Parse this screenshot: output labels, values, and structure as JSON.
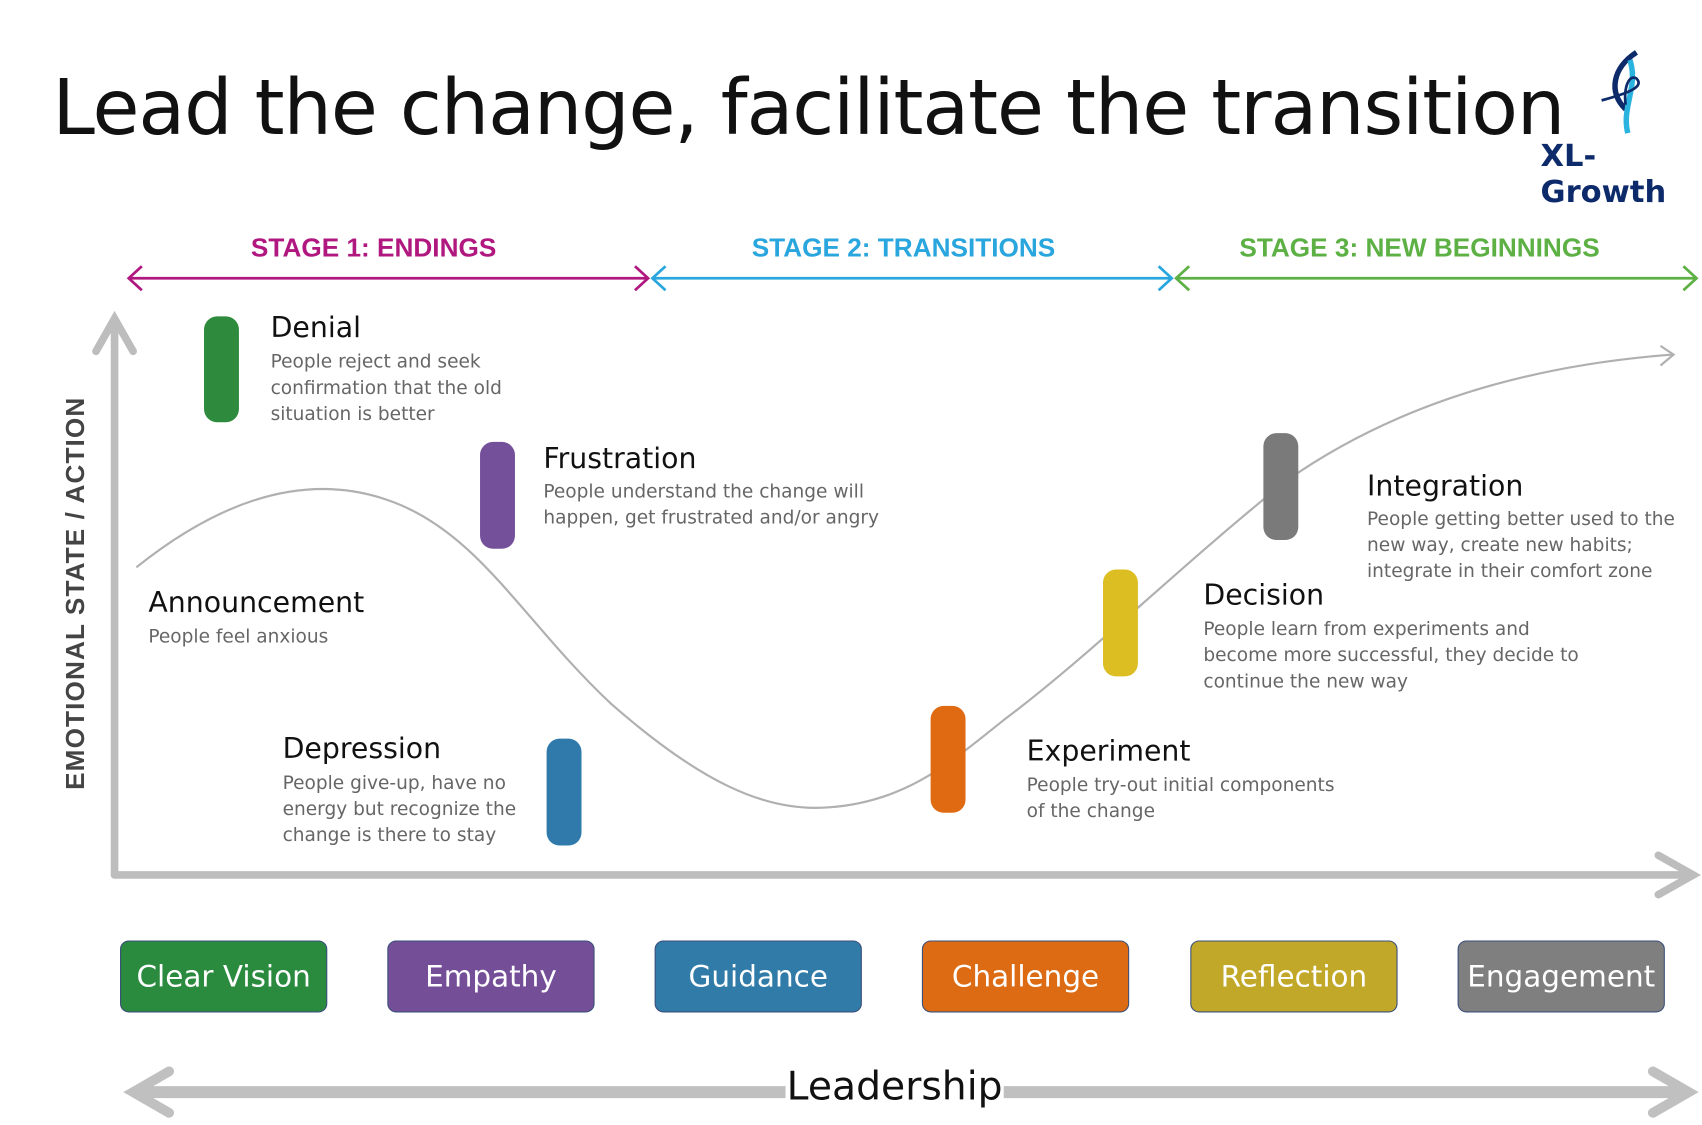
{
  "title": "Lead the change, facilitate the transition",
  "logo": {
    "text": "XL-Growth",
    "colors": [
      "#0d2a6b",
      "#2bb3e0"
    ]
  },
  "stages": [
    {
      "label": "STAGE 1: ENDINGS",
      "color": "#b0177f"
    },
    {
      "label": "STAGE 2: TRANSITIONS",
      "color": "#2aa6de"
    },
    {
      "label": "STAGE 3: NEW BEGINNINGS",
      "color": "#5cb044"
    }
  ],
  "y_axis_label": "EMOTIONAL STATE / ACTION",
  "phases": [
    {
      "title": "Announcement",
      "desc": "People feel anxious"
    },
    {
      "title": "Denial",
      "desc": "People reject and seek\nconfirmation that the old\nsituation is better",
      "color": "#2e8b3e"
    },
    {
      "title": "Frustration",
      "desc": "People understand the change will\nhappen, get frustrated and/or angry",
      "color": "#74509a"
    },
    {
      "title": "Depression",
      "desc": "People give-up, have no\nenergy but recognize the\nchange is there to stay",
      "color": "#2f7aab"
    },
    {
      "title": "Experiment",
      "desc": "People try-out initial components\nof the change",
      "color": "#e06a12"
    },
    {
      "title": "Decision",
      "desc": "People learn from experiments and\nbecome more successful, they decide to\ncontinue the new way",
      "color": "#dcbd22"
    },
    {
      "title": "Integration",
      "desc": "People getting better used to the\nnew way, create new habits;\nintegrate in their comfort zone",
      "color": "#7a7a7a"
    }
  ],
  "actions": [
    {
      "label": "Clear Vision",
      "color": "#2a8a3e"
    },
    {
      "label": "Empathy",
      "color": "#754e98"
    },
    {
      "label": "Guidance",
      "color": "#317ba8"
    },
    {
      "label": "Challenge",
      "color": "#dc6b14"
    },
    {
      "label": "Reflection",
      "color": "#c2a828"
    },
    {
      "label": "Engagement",
      "color": "#7f7f7f"
    }
  ],
  "leadership_label": "Leadership"
}
